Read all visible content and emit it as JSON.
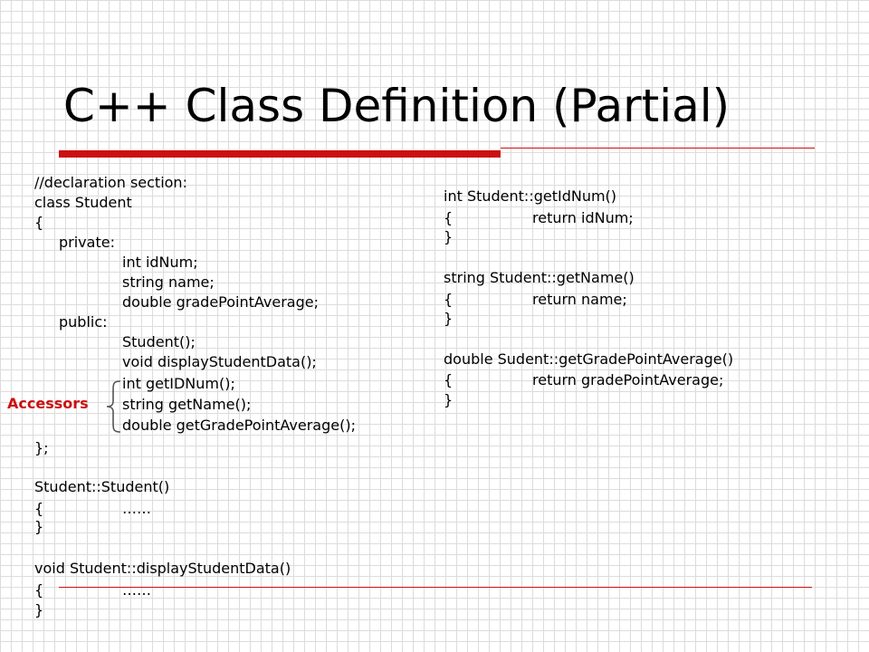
{
  "slide": {
    "title": "C++ Class Definition (Partial)",
    "annotation": "Accessors"
  },
  "left_code": [
    "//declaration section:",
    "class Student",
    "{",
    "private:",
    "int idNum;",
    "string name;",
    "double gradePointAverage;",
    "public:",
    "Student();",
    "void displayStudentData();",
    "int getIDNum();",
    "string getName();",
    "double getGradePointAverage();",
    "};",
    "Student::Student()",
    "{",
    "……",
    "}",
    "void Student::displayStudentData()",
    "{",
    "……",
    "}"
  ],
  "right_code": [
    "int Student::getIdNum()",
    "{",
    "return idNum;",
    "}",
    "string Student::getName()",
    "{",
    "return name;",
    "}",
    "double Sudent::getGradePointAverage()",
    "{",
    "return gradePointAverage;",
    "}"
  ]
}
